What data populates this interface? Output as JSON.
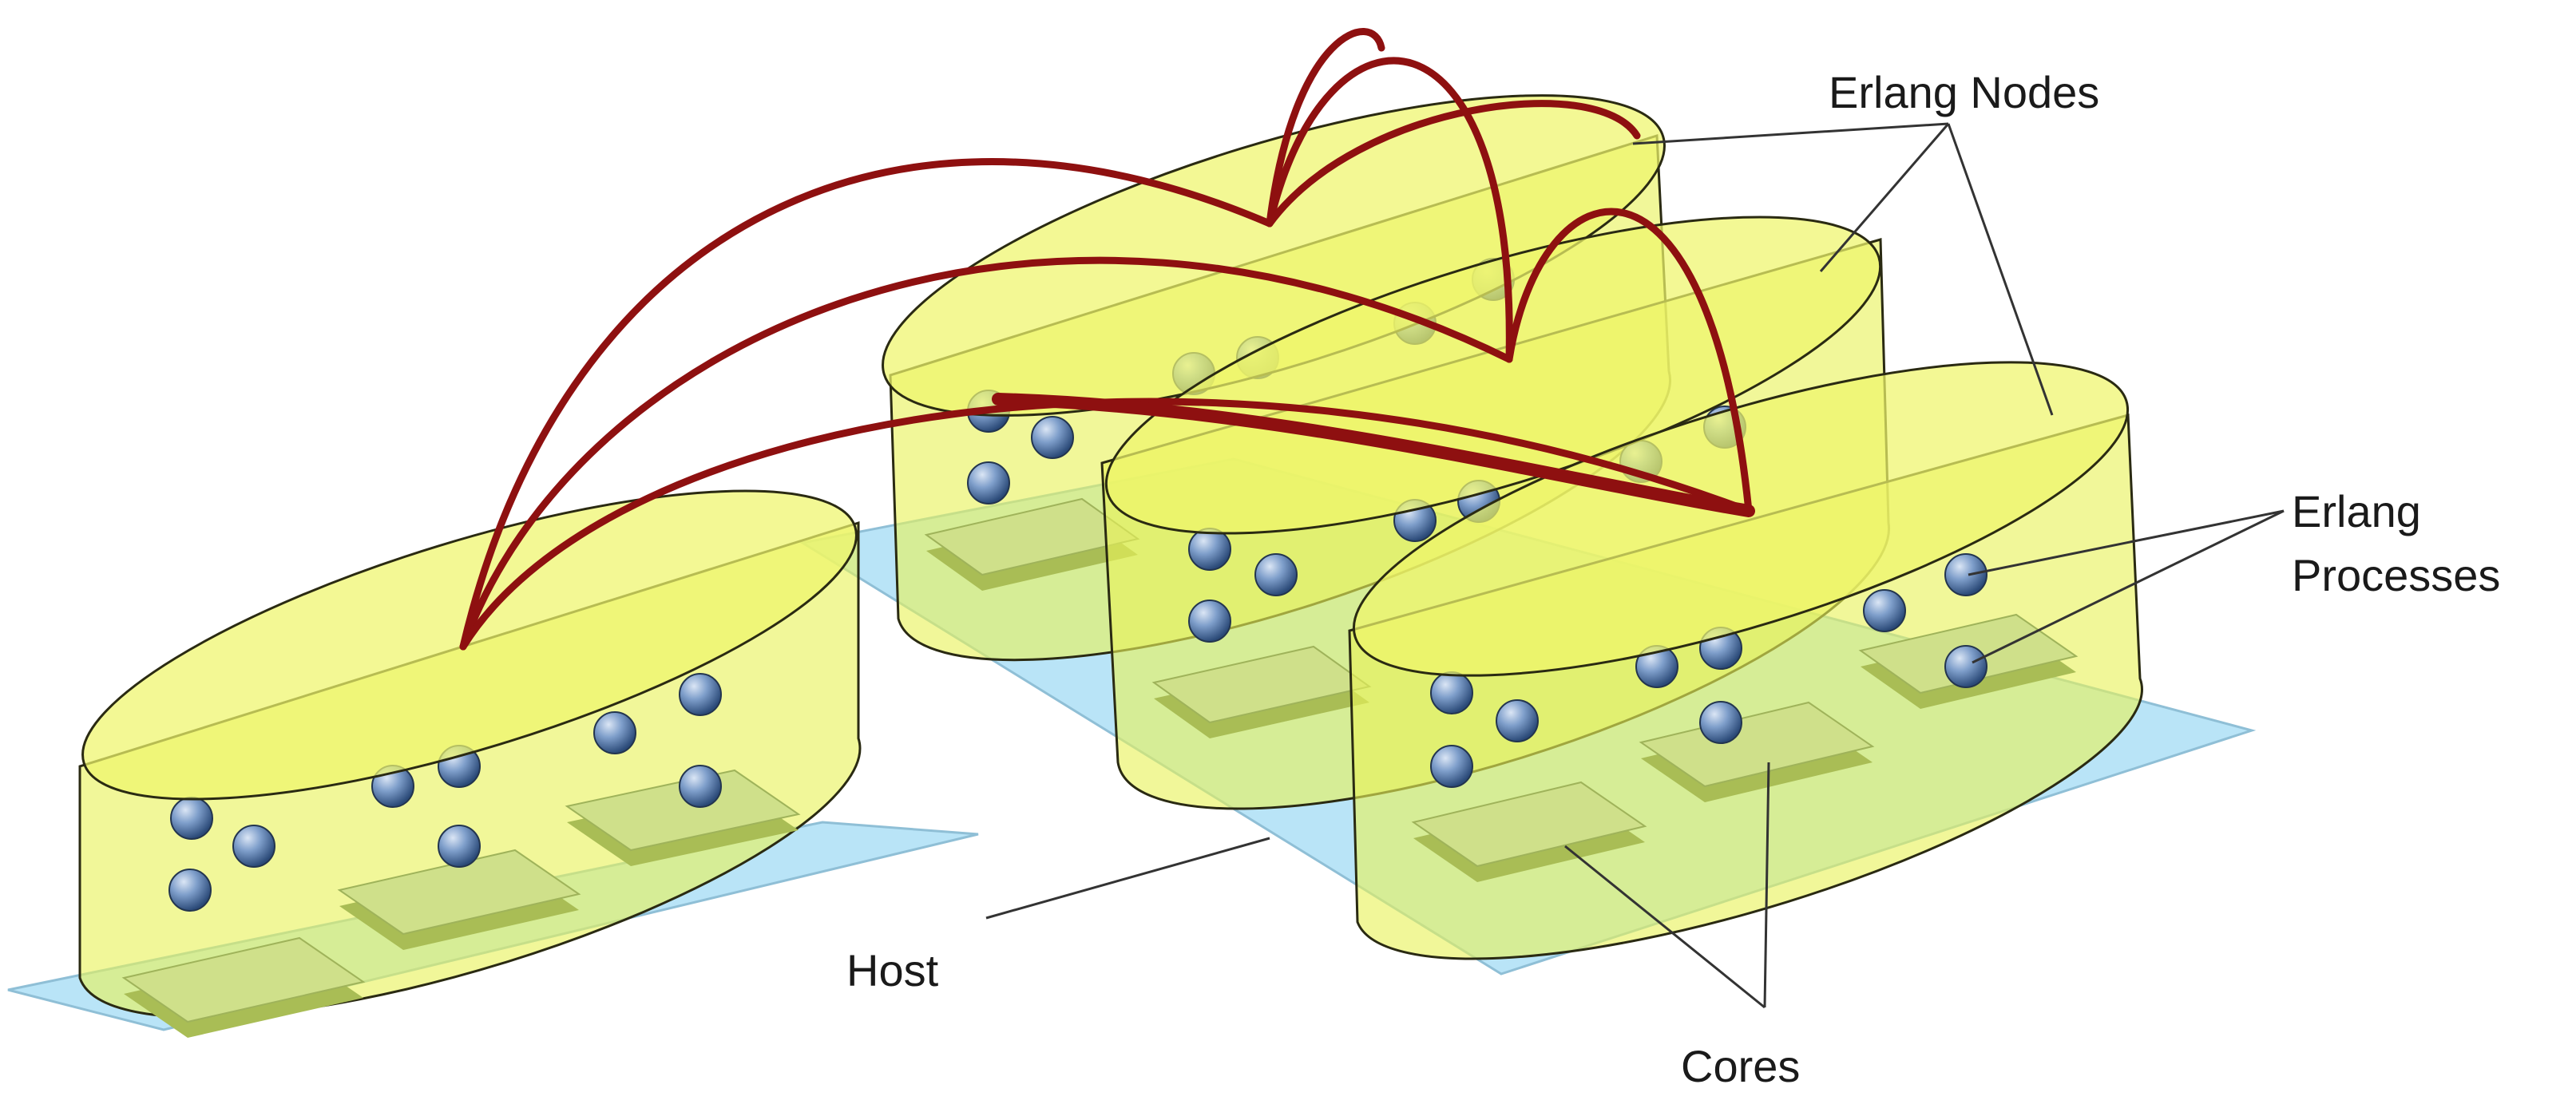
{
  "labels": {
    "erlang_nodes": "Erlang Nodes",
    "erlang_processes_line1": "Erlang",
    "erlang_processes_line2": "Processes",
    "host": "Host",
    "cores": "Cores"
  },
  "colors": {
    "node_fill": "#e9f25a",
    "host_plate": "#b9e4f7",
    "link": "#8e1010",
    "process": "#5b7fb0"
  }
}
